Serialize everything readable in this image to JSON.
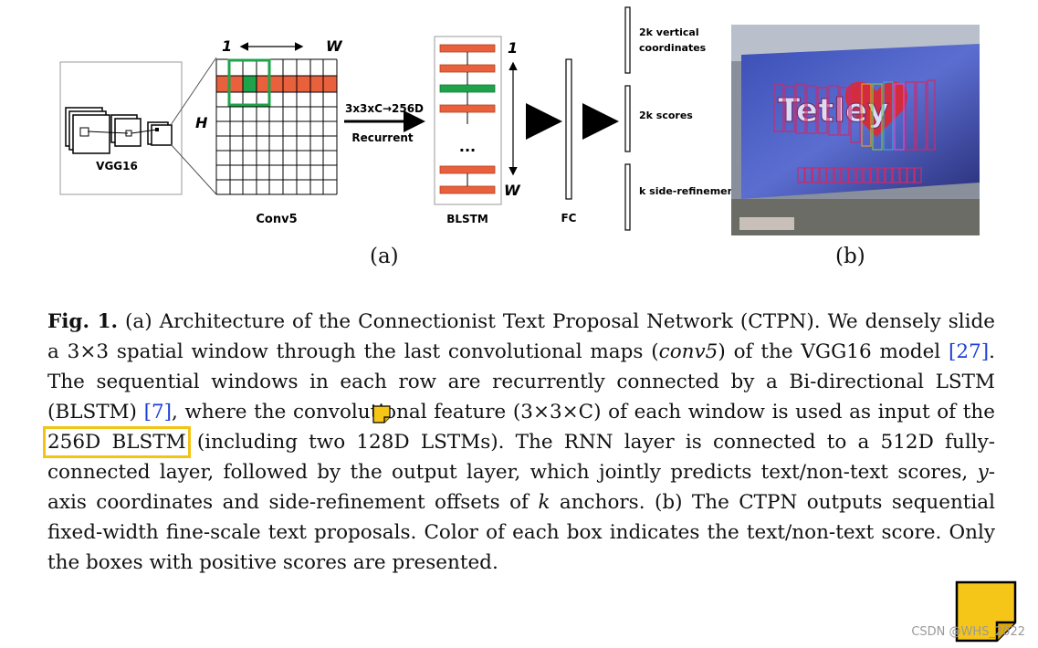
{
  "figure": {
    "vgg_label": "VGG16",
    "conv_label": "Conv5",
    "width_symbol_top": "1",
    "width_symbol_w": "W",
    "height_symbol": "H",
    "op_label_top": "3x3xC→256D",
    "op_label_bottom": "Recurrent",
    "blstm_label": "BLSTM",
    "blstm_top": "1",
    "blstm_bottom": "W",
    "blstm_ellipsis": "...",
    "fc_label": "FC",
    "out_vertical": [
      "2k vertical",
      "coordinates"
    ],
    "out_scores": "2k scores",
    "out_refine": "k side-refinement",
    "photo_text": "Tetley",
    "sub_a": "(a)",
    "sub_b": "(b)",
    "colors": {
      "orange": "#e8603c",
      "green": "#1fa34a",
      "billboard": "#2a3a9c"
    }
  },
  "caption": {
    "label": "Fig. 1.",
    "seg1": " (a) Architecture of the Connectionist Text Proposal Network (CTPN). We densely slide a 3×3 spatial window through the last convolutional maps (",
    "conv5": "conv5",
    "seg2": ") of the VGG16 model ",
    "ref27": "[27]",
    "seg3": ". The sequential windows in each row are recurrently connected by a Bi-directional LSTM (BLSTM) ",
    "ref7": "[7]",
    "seg4": ", where the convolutional feature (3×3×C) of each window is used as input of the ",
    "highlight": "256D BLSTM",
    "seg5": " (including two 128D LSTMs). The RNN layer is connected to a 512D fully-connected layer, followed by the output layer, which jointly predicts text/non-text scores, ",
    "y": "y",
    "seg6": "-axis coordinates and side-refinement offsets of ",
    "k": "k",
    "seg7": " anchors. (b) The CTPN outputs sequential fixed-width fine-scale text proposals. Color of each box indicates the text/non-text score. Only the boxes with positive scores are presented."
  },
  "watermark": "CSDN @WHS_2022"
}
